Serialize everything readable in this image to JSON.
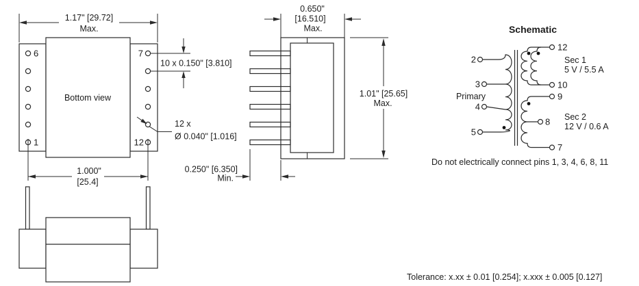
{
  "drawing": {
    "bottom_view": {
      "label": "Bottom view",
      "pin6": "6",
      "pin1": "1",
      "pin7": "7",
      "pin12": "12"
    },
    "dimensions": {
      "width_value": "1.17\" [29.72]",
      "width_qualifier": "Max.",
      "pin_pitch": "10 x 0.150\" [3.810]",
      "hole_count": "12 x",
      "hole_diameter": "Ø 0.040\" [1.016]",
      "row_spacing_value": "1.000\"",
      "row_spacing_metric": "[25.4]",
      "depth_value": "0.650\"",
      "depth_metric": "[16.510]",
      "depth_qualifier": "Max.",
      "height_value": "1.01\" [25.65]",
      "height_qualifier": "Max.",
      "pin_length_value": "0.250\" [6.350]",
      "pin_length_qualifier": "Min."
    },
    "schematic": {
      "title": "Schematic",
      "primary_label": "Primary",
      "pin2": "2",
      "pin3": "3",
      "pin4": "4",
      "pin5": "5",
      "pin12": "12",
      "pin10": "10",
      "pin9": "9",
      "pin8": "8",
      "pin7": "7",
      "sec1_name": "Sec 1",
      "sec1_rating": "5 V / 5.5 A",
      "sec2_name": "Sec 2",
      "sec2_rating": "12 V / 0.6 A",
      "note": "Do not electrically connect pins 1, 3, 4, 6, 8, 11"
    },
    "tolerance": "Tolerance:  x.xx ± 0.01 [0.254]; x.xxx ± 0.005 [0.127]"
  }
}
